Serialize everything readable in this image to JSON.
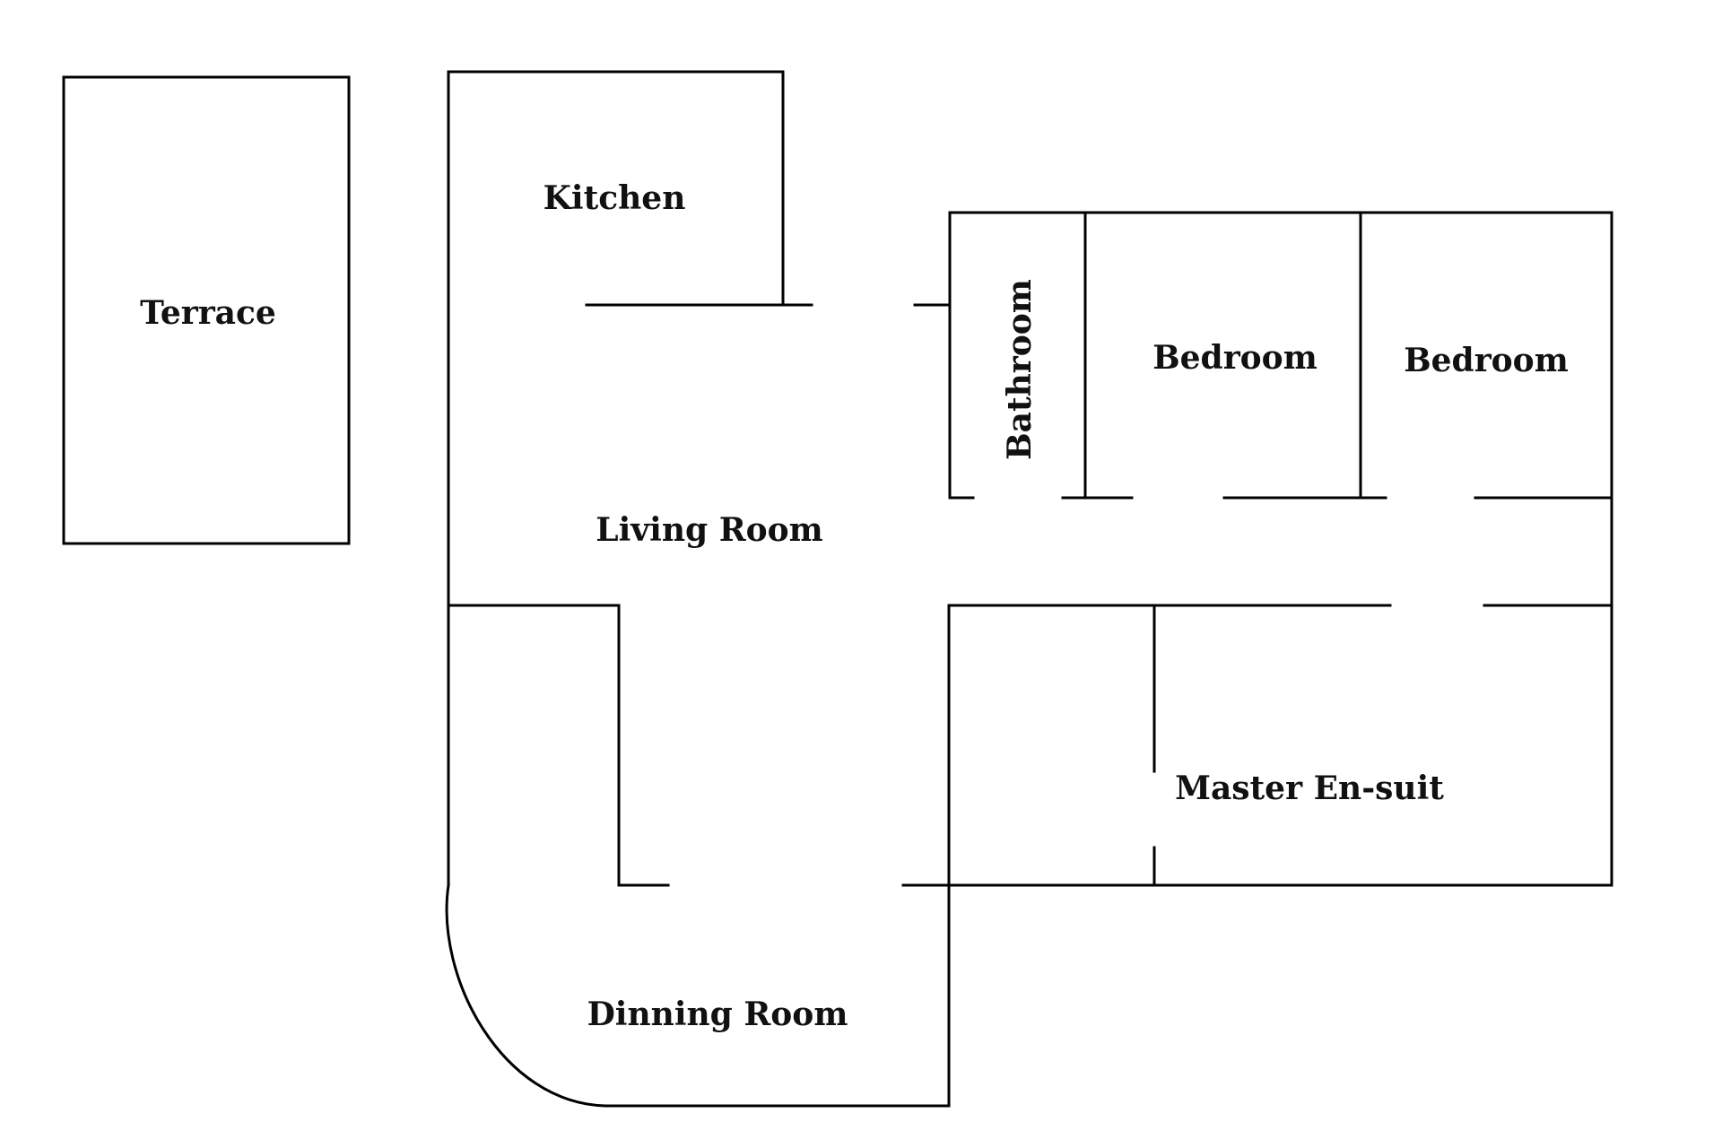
{
  "floor_plan": {
    "rooms": {
      "terrace": "Terrace",
      "kitchen": "Kitchen",
      "living_room": "Living Room",
      "bathroom": "Bathroom",
      "bedroom_1": "Bedroom",
      "bedroom_2": "Bedroom",
      "master_ensuite": "Master En-suit",
      "dining_room": "Dinning Room"
    },
    "colors": {
      "background": "#ffffff",
      "walls": "#000000",
      "labels": "#111111"
    }
  }
}
